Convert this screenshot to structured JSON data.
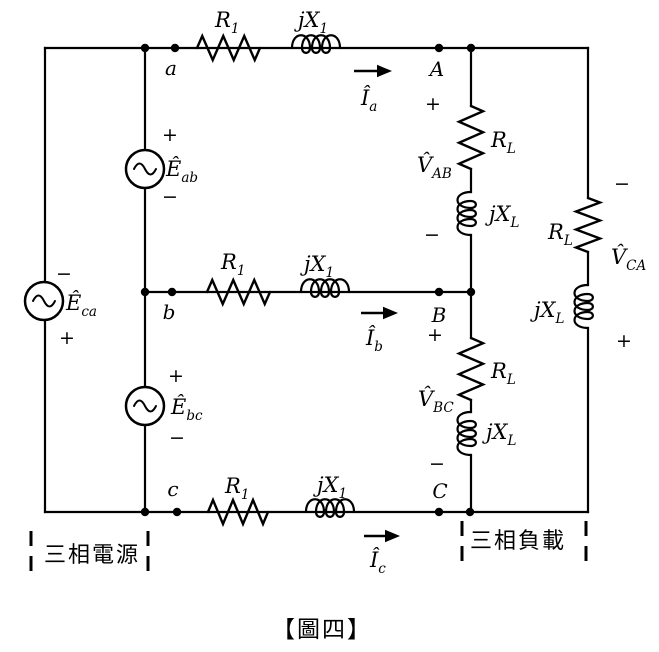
{
  "caption": "【圖四】",
  "regions": {
    "source_label": "三相電源",
    "load_label": "三相負載"
  },
  "polarity": {
    "plus": "+",
    "minus": "−"
  },
  "components": {
    "line_resistor": {
      "main": "R",
      "sub": "1"
    },
    "line_inductor": {
      "main": "jX",
      "sub": "1"
    },
    "load_resistor": {
      "main": "R",
      "sub": "L"
    },
    "load_inductor": {
      "main": "jX",
      "sub": "L"
    }
  },
  "sources": {
    "e_ab": {
      "main": "Ê",
      "sub": "ab"
    },
    "e_bc": {
      "main": "Ê",
      "sub": "bc"
    },
    "e_ca": {
      "main": "Ê",
      "sub": "ca"
    }
  },
  "currents": {
    "i_a": {
      "main": "Î",
      "sub": "a"
    },
    "i_b": {
      "main": "Î",
      "sub": "b"
    },
    "i_c": {
      "main": "Î",
      "sub": "c"
    }
  },
  "voltages": {
    "v_ab": {
      "main": "V̂",
      "sub": "AB"
    },
    "v_bc": {
      "main": "V̂",
      "sub": "BC"
    },
    "v_ca": {
      "main": "V̂",
      "sub": "CA"
    }
  },
  "nodes": {
    "a": "a",
    "b": "b",
    "c": "c",
    "A": "A",
    "B": "B",
    "C": "C"
  },
  "colors": {
    "ink": "#000000",
    "background": "#ffffff"
  }
}
